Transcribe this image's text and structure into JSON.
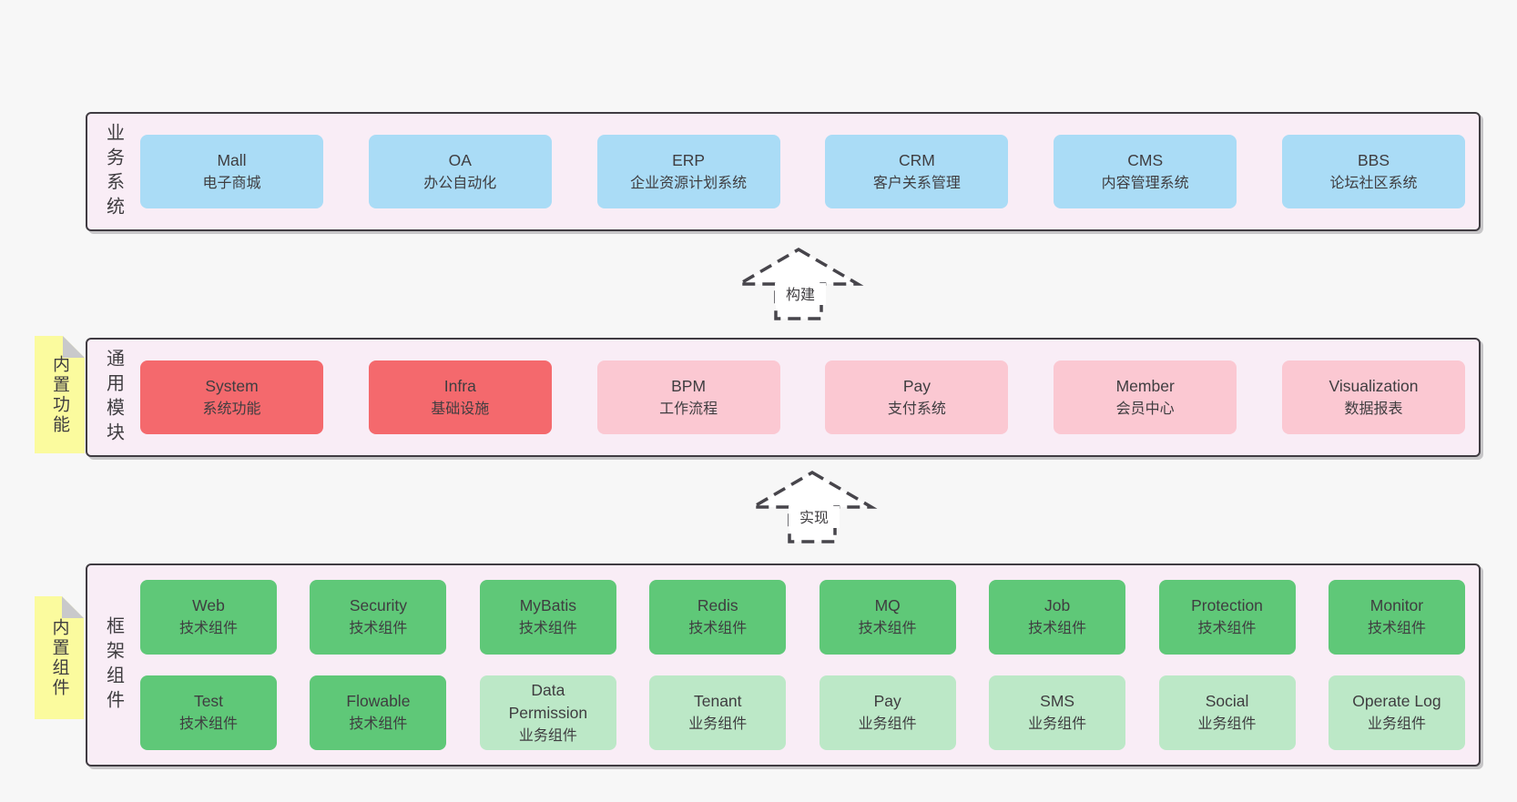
{
  "colors": {
    "page_bg": "#f7f7f7",
    "layer_bg": "#f9edf6",
    "layer_border": "#403c42",
    "box_blue": "#aadcf6",
    "box_red": "#f4696d",
    "box_pink": "#fbc8d2",
    "box_green": "#5fc878",
    "box_green_light": "#bce8c7",
    "sticky_yellow": "#fbfb9e",
    "fold_gray": "#c9c9cb",
    "text": "#3f3d40"
  },
  "layer1": {
    "label": "业务系统",
    "boxes": [
      {
        "title": "Mall",
        "subtitle": "电子商城",
        "variant": "blue"
      },
      {
        "title": "OA",
        "subtitle": "办公自动化",
        "variant": "blue"
      },
      {
        "title": "ERP",
        "subtitle": "企业资源计划系统",
        "variant": "blue"
      },
      {
        "title": "CRM",
        "subtitle": "客户关系管理",
        "variant": "blue"
      },
      {
        "title": "CMS",
        "subtitle": "内容管理系统",
        "variant": "blue"
      },
      {
        "title": "BBS",
        "subtitle": "论坛社区系统",
        "variant": "blue"
      }
    ]
  },
  "arrows": {
    "build": "构建",
    "implement": "实现"
  },
  "layer2": {
    "label": "通用模块",
    "sticky": "内置功能",
    "boxes": [
      {
        "title": "System",
        "subtitle": "系统功能",
        "variant": "red"
      },
      {
        "title": "Infra",
        "subtitle": "基础设施",
        "variant": "red"
      },
      {
        "title": "BPM",
        "subtitle": "工作流程",
        "variant": "pink"
      },
      {
        "title": "Pay",
        "subtitle": "支付系统",
        "variant": "pink"
      },
      {
        "title": "Member",
        "subtitle": "会员中心",
        "variant": "pink"
      },
      {
        "title": "Visualization",
        "subtitle": "数据报表",
        "variant": "pink"
      }
    ]
  },
  "layer3": {
    "label": "框架组件",
    "sticky": "内置组件",
    "row1": [
      {
        "title": "Web",
        "subtitle": "技术组件",
        "variant": "green"
      },
      {
        "title": "Security",
        "subtitle": "技术组件",
        "variant": "green"
      },
      {
        "title": "MyBatis",
        "subtitle": "技术组件",
        "variant": "green"
      },
      {
        "title": "Redis",
        "subtitle": "技术组件",
        "variant": "green"
      },
      {
        "title": "MQ",
        "subtitle": "技术组件",
        "variant": "green"
      },
      {
        "title": "Job",
        "subtitle": "技术组件",
        "variant": "green"
      },
      {
        "title": "Protection",
        "subtitle": "技术组件",
        "variant": "green"
      },
      {
        "title": "Monitor",
        "subtitle": "技术组件",
        "variant": "green"
      }
    ],
    "row2": [
      {
        "title": "Test",
        "subtitle": "技术组件",
        "variant": "green"
      },
      {
        "title": "Flowable",
        "subtitle": "技术组件",
        "variant": "green"
      },
      {
        "title": "Data Permission",
        "subtitle": "业务组件",
        "variant": "green-light"
      },
      {
        "title": "Tenant",
        "subtitle": "业务组件",
        "variant": "green-light"
      },
      {
        "title": "Pay",
        "subtitle": "业务组件",
        "variant": "green-light"
      },
      {
        "title": "SMS",
        "subtitle": "业务组件",
        "variant": "green-light"
      },
      {
        "title": "Social",
        "subtitle": "业务组件",
        "variant": "green-light"
      },
      {
        "title": "Operate Log",
        "subtitle": "业务组件",
        "variant": "green-light"
      }
    ]
  }
}
